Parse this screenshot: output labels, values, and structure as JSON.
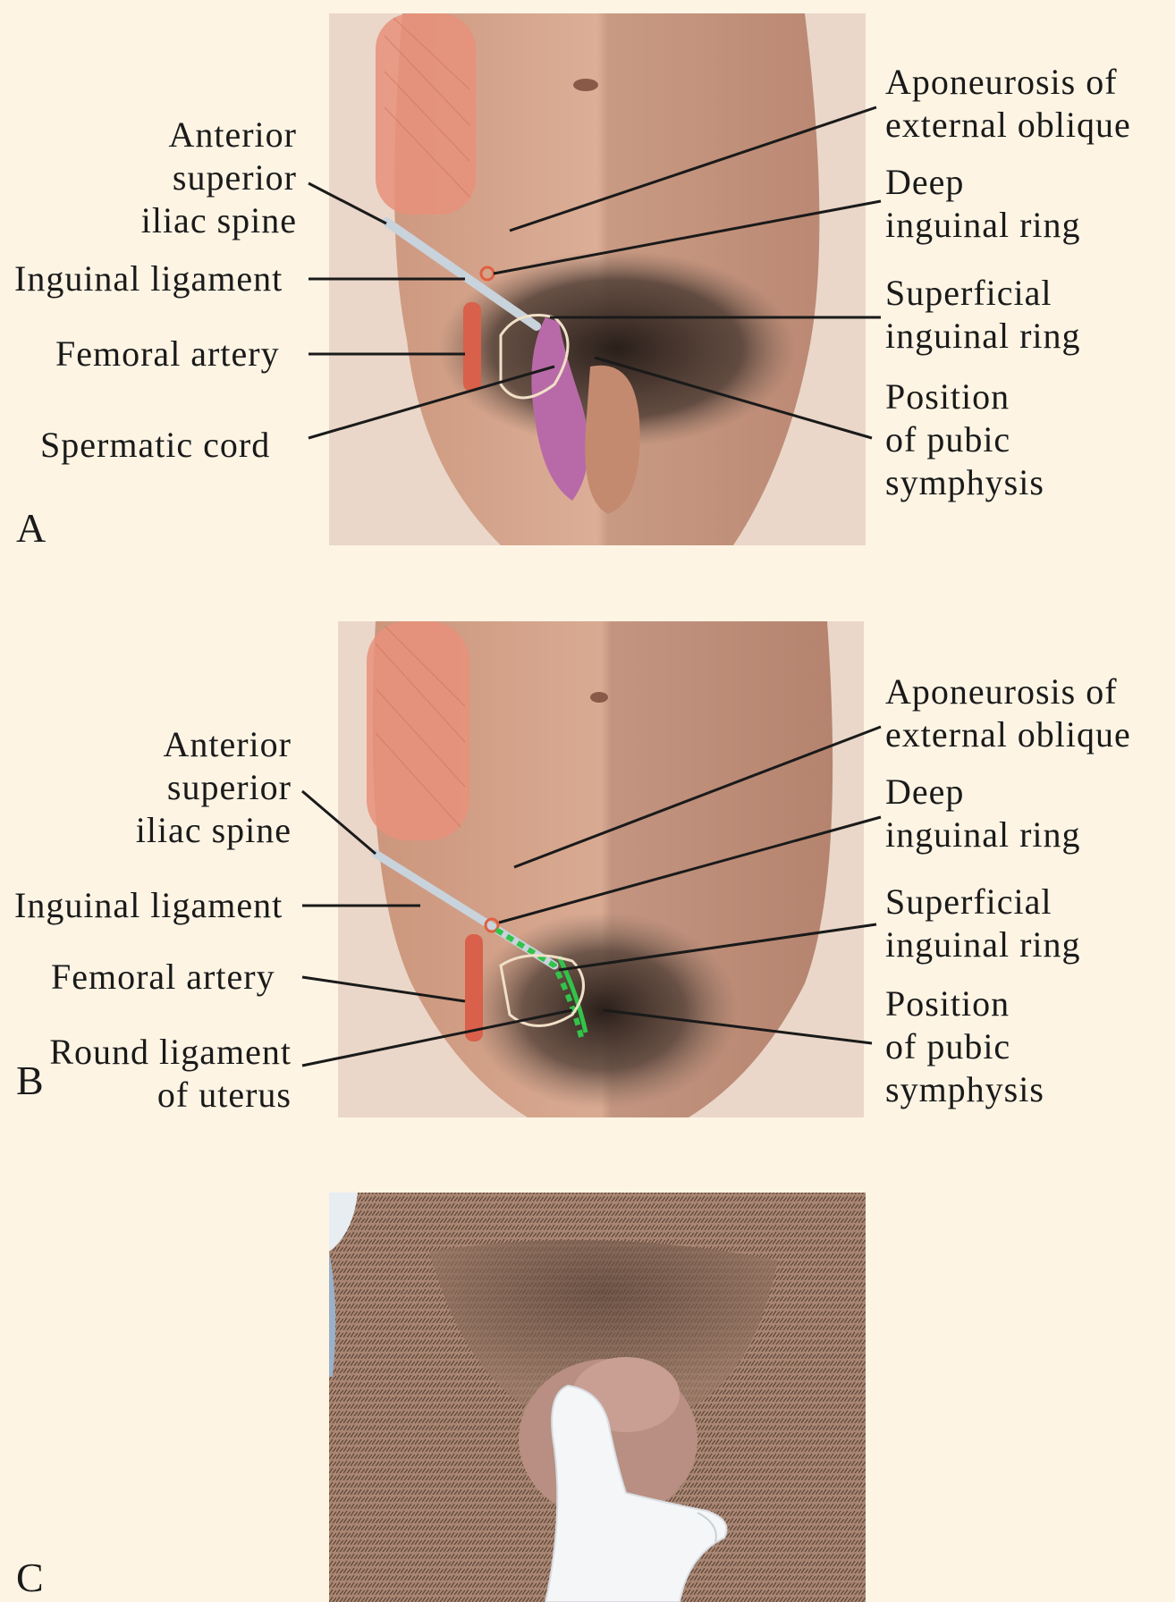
{
  "panel_a": {
    "letter": "A",
    "labels": {
      "asis": "Anterior\nsuperior\niliac spine",
      "inguinal_ligament": "Inguinal ligament",
      "femoral_artery": "Femoral artery",
      "spermatic_cord": "Spermatic cord",
      "aponeurosis": "Aponeurosis of\nexternal oblique",
      "deep_ring": "Deep\ninguinal ring",
      "superficial_ring": "Superficial\ninguinal ring",
      "pubic_symphysis": "Position\nof pubic\nsymphysis"
    }
  },
  "panel_b": {
    "letter": "B",
    "labels": {
      "asis": "Anterior\nsuperior\niliac spine",
      "inguinal_ligament": "Inguinal ligament",
      "femoral_artery": "Femoral artery",
      "round_ligament": "Round ligament\nof uterus",
      "aponeurosis": "Aponeurosis of\nexternal oblique",
      "deep_ring": "Deep\ninguinal ring",
      "superficial_ring": "Superficial\ninguinal ring",
      "pubic_symphysis": "Position\nof pubic\nsymphysis"
    }
  },
  "panel_c": {
    "letter": "C"
  },
  "colors": {
    "background": "#fdf4e4",
    "muscle": "#e8907a",
    "artery": "#d9604a",
    "spermatic_cord": "#b86aa8",
    "round_ligament": "#33c24a"
  }
}
